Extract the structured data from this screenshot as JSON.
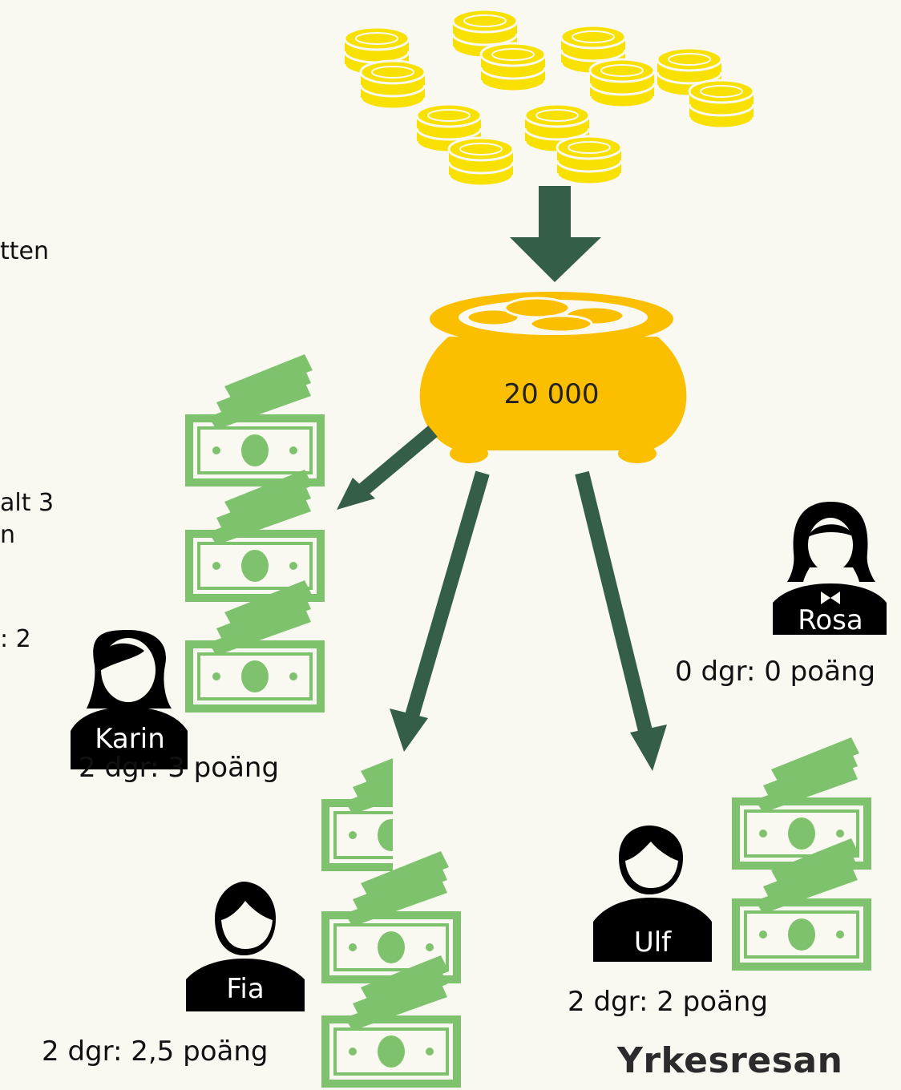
{
  "edge_text": {
    "line1": "tten",
    "line2": "alt 3",
    "line3": "n",
    "line4": ": 2"
  },
  "pot": {
    "label": "20 000",
    "color": "#fbbf00"
  },
  "coins_color": "#f8e000",
  "arrow_color": "#345e48",
  "money_color": "#7ec26e",
  "people": [
    {
      "name": "Karin",
      "caption": "2 dgr: 3 poäng"
    },
    {
      "name": "Fia",
      "caption": "2 dgr: 2,5 poäng"
    },
    {
      "name": "Ulf",
      "caption": "2 dgr: 2 poäng"
    },
    {
      "name": "Rosa",
      "caption": "0 dgr: 0 poäng"
    }
  ],
  "brand": "Yrkesresan"
}
